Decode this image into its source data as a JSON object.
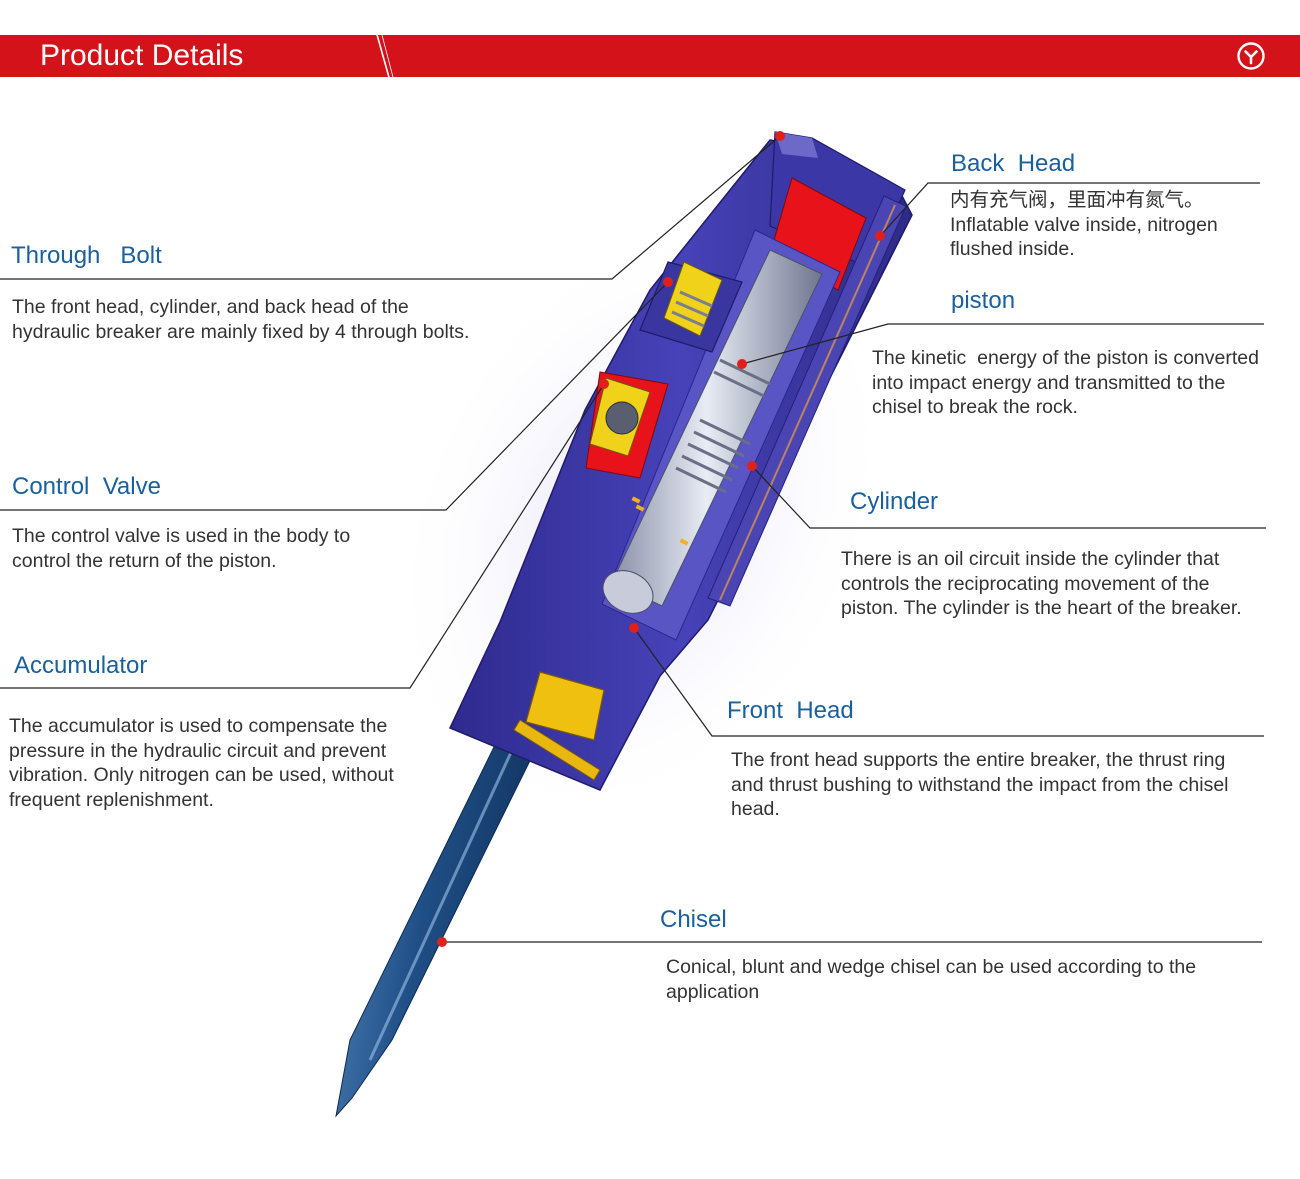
{
  "header": {
    "title": "Product Details",
    "icon": "chevron-down-circle-icon",
    "background_color": "#d3121a"
  },
  "colors": {
    "label": "#1a5f9e",
    "leader_dot": "#e0201a",
    "body": "#3f3aa8",
    "chisel": "#1f4f86"
  },
  "parts": {
    "back_head": {
      "name": "Back  Head",
      "desc": [
        "内有充气阀，里面冲有氮气。",
        "Inflatable valve inside, nitrogen",
        "flushed inside."
      ]
    },
    "through_bolt": {
      "name": "Through   Bolt",
      "desc": [
        "The front head, cylinder, and back head of the",
        "hydraulic breaker are mainly fixed by 4 through bolts."
      ]
    },
    "piston": {
      "name": "piston",
      "desc": [
        "The kinetic  energy of the piston is converted",
        "into impact energy and transmitted to the",
        "chisel to break the rock."
      ]
    },
    "control_valve": {
      "name": "Control  Valve",
      "desc": [
        "The control valve is used in the body to",
        "control the return of the piston."
      ]
    },
    "cylinder": {
      "name": "Cylinder",
      "desc": [
        "There is an oil circuit inside the cylinder that",
        "controls the reciprocating movement of the",
        "piston. The cylinder is the heart of the breaker."
      ]
    },
    "accumulator": {
      "name": "Accumulator",
      "desc": [
        "The accumulator is used to compensate the",
        "pressure in the hydraulic circuit and prevent",
        "vibration. Only nitrogen can be used, without",
        "frequent replenishment."
      ]
    },
    "front_head": {
      "name": "Front  Head",
      "desc": [
        "The front head supports the entire breaker, the thrust ring",
        "and thrust bushing to withstand the impact from the chisel",
        "head."
      ]
    },
    "chisel": {
      "name": "Chisel",
      "desc": [
        "Conical, blunt and wedge chisel can be used according to the",
        "application"
      ]
    }
  }
}
